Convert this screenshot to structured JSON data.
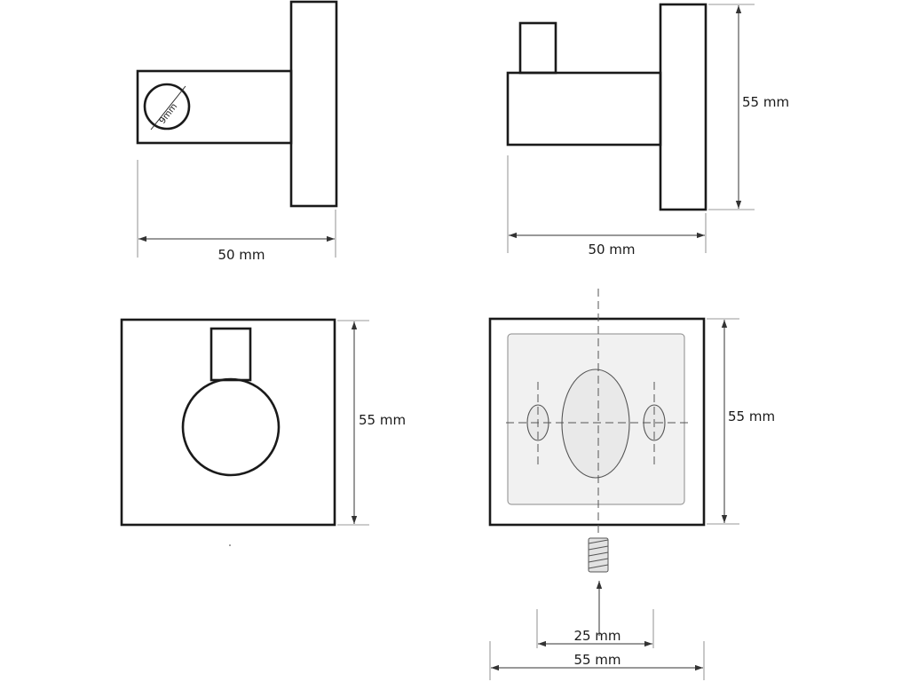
{
  "views": {
    "side_left": {
      "width_label": "50 mm",
      "bore_label": "9mm"
    },
    "side_right": {
      "width_label": "50 mm",
      "height_label": "55 mm"
    },
    "front": {
      "height_label": "55 mm"
    },
    "back": {
      "height_label": "55 mm",
      "hole_spacing_label": "25 mm",
      "width_label": "55 mm"
    }
  }
}
